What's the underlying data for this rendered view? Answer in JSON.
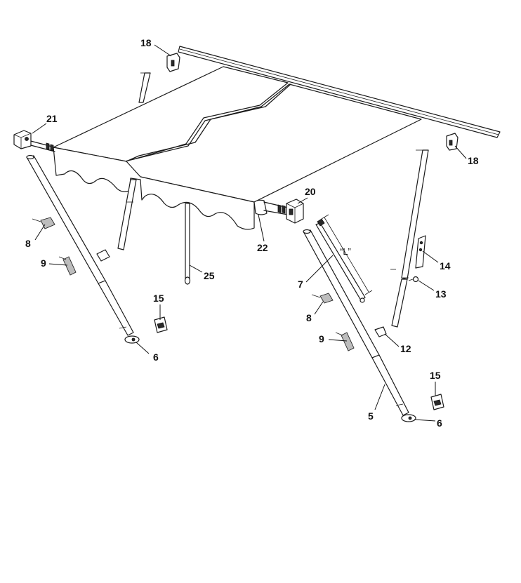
{
  "callouts": {
    "c18a": "18",
    "c18b": "18",
    "c21": "21",
    "c20": "20",
    "c22": "22",
    "c25": "25",
    "c8a": "8",
    "c8b": "8",
    "c9a": "9",
    "c9b": "9",
    "c15a": "15",
    "c15b": "15",
    "c6a": "6",
    "c6b": "6",
    "c7": "7",
    "c5": "5",
    "c12": "12",
    "c13": "13",
    "c14": "14"
  },
  "dimension_label": "“L”"
}
